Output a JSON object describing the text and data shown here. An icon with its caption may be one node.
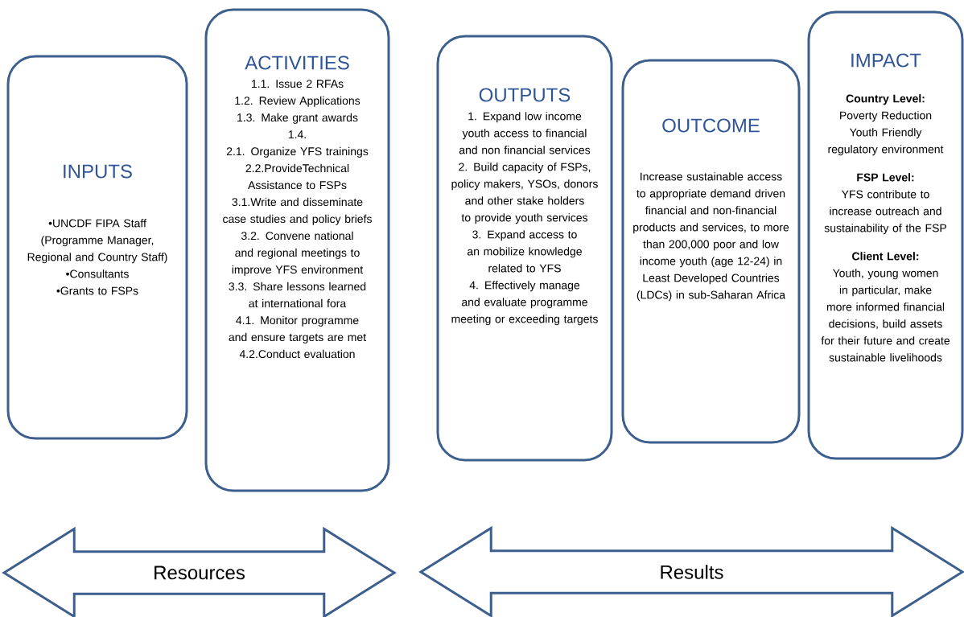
{
  "diagram": {
    "nodes": [
      {
        "text": [
          "INPUTS",
          "•UNCDF FIPA Staff (Programme Manager, Regional and Country Staff)",
          "•Consultants",
          "•Grants to FSPs"
        ]
      },
      {
        "text": [
          "ACTIVITIES",
          "1.1. Issue 2 RFAs",
          "1.2. Review Applications",
          "1.3. Make grant awards",
          "1.4.",
          "2.1. Organize YFS trainings",
          "2.2.ProvideTechnical Assistance to FSPs",
          "3.1.Write and disseminate case studies and policy briefs",
          "3.2. Convene national and regional meetings to improve YFS environment",
          "3.3. Share lessons learned at international fora",
          "4.1. Monitor programme and ensure targets are met",
          "4.2.Conduct evaluation"
        ]
      },
      {
        "text": [
          "OUTPUTS",
          "1. Expand low income youth access to financial and non financial services",
          "2. Build capacity of FSPs, policy makers, YSOs, donors and other stake holders to provide youth services",
          "3. Expand access to an mobilize knowledge related to YFS",
          "4. Effectively manage and evaluate programme meeting or exceeding targets"
        ]
      },
      {
        "text": [
          "OUTCOME",
          "Increase sustainable access to appropriate demand driven financial and non-financial products and services, to more than 200,000 poor and low income youth (age 12-24) in Least Developed Countries (LDCs) in sub-Saharan Africa"
        ]
      },
      {
        "text": [
          "IMPACT",
          "Country Level:",
          "Poverty Reduction",
          "Youth Friendly regulatory environment",
          "FSP Level:",
          "YFS contribute to increase outreach and sustainability of the FSP",
          "Client Level:",
          "Youth, young women in particular, make more informed financial decisions, build assets for their future and create sustainable livelihoods"
        ]
      },
      {
        "text": [
          "Resources"
        ]
      },
      {
        "text": [
          "Results"
        ]
      }
    ]
  }
}
